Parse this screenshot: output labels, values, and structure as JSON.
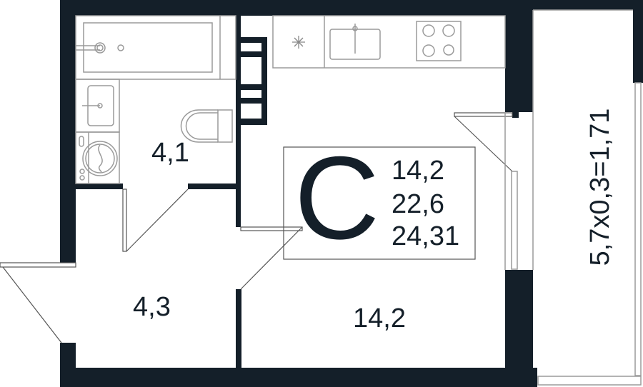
{
  "plan": {
    "type_letter": "С",
    "areas": {
      "living": "14,2",
      "total": "22,6",
      "total_with_balcony": "24,31"
    },
    "rooms": {
      "bathroom": "4,1",
      "hallway": "4,3",
      "room": "14,2",
      "balcony": "5,7x0,3=1,71"
    },
    "colors": {
      "wall": "#141f29",
      "fixture": "#9a9a9a"
    }
  }
}
